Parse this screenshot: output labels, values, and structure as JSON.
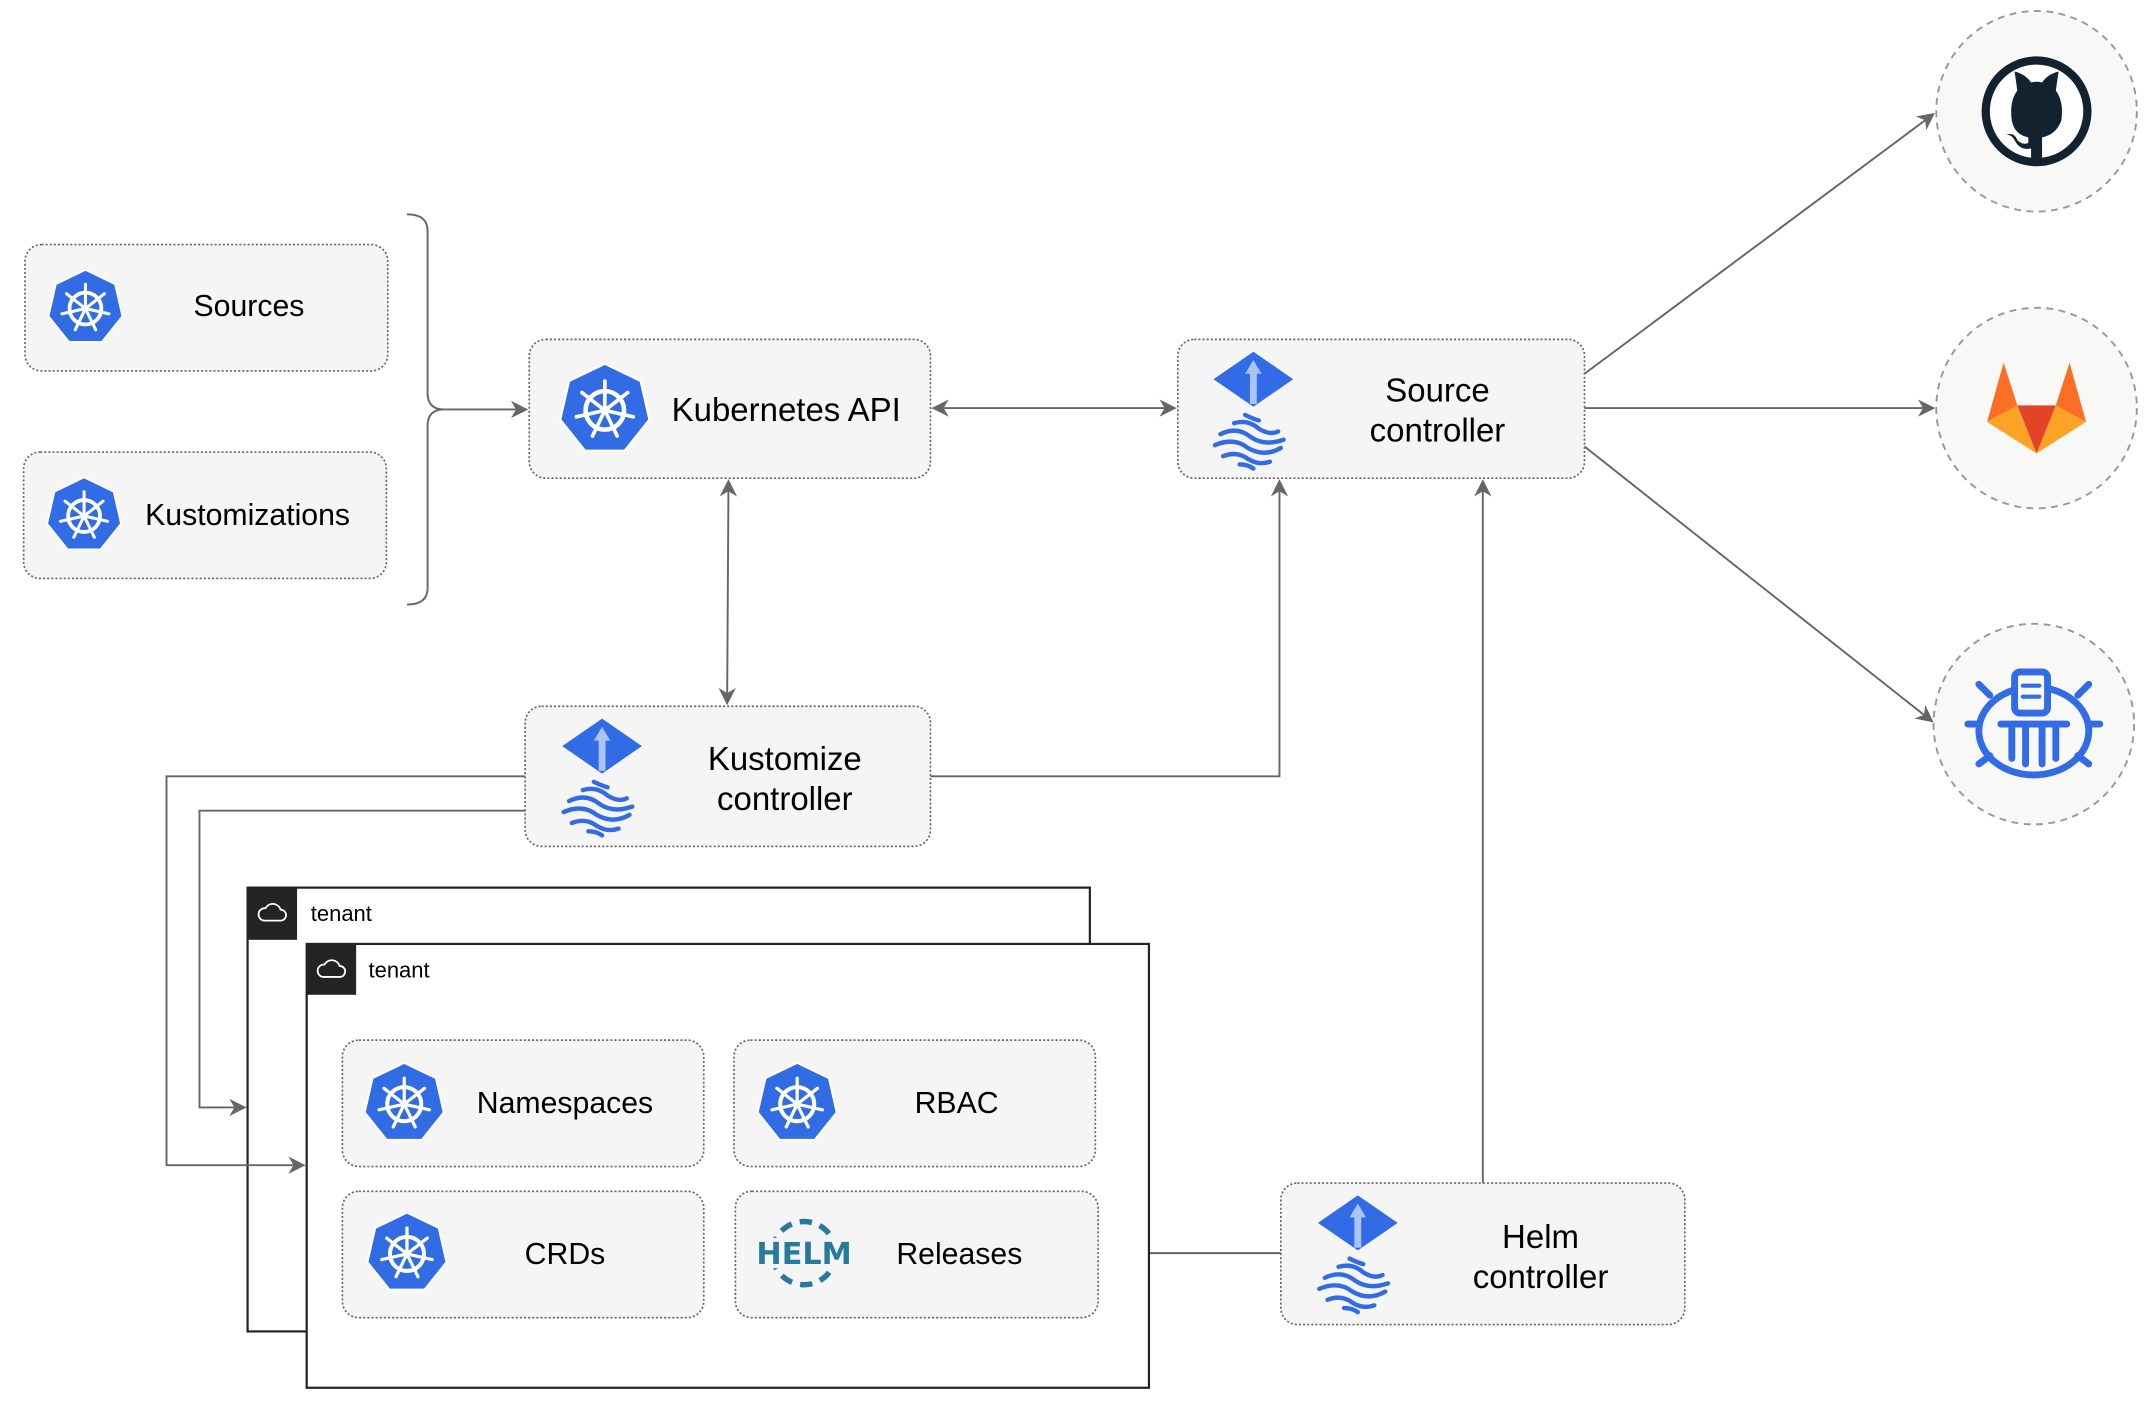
{
  "colors": {
    "kubernetes_blue": "#326ce5",
    "flux_blue": "#316ce6",
    "helm_blue": "#277a9f",
    "github_dark": "#12232f",
    "gitlab_orange": "#e24329",
    "box_fill": "#f5f5f5",
    "edge": "#666666"
  },
  "nodes": {
    "sources": {
      "label": "Sources",
      "icon": "kubernetes-icon"
    },
    "kustomizations": {
      "label": "Kustomizations",
      "icon": "kubernetes-icon"
    },
    "kubernetes_api": {
      "label": "Kubernetes API",
      "icon": "kubernetes-icon"
    },
    "source_controller": {
      "line1": "Source",
      "line2": "controller",
      "icon": "flux-icon"
    },
    "kustomize_controller": {
      "line1": "Kustomize",
      "line2": "controller",
      "icon": "flux-icon"
    },
    "helm_controller": {
      "line1": "Helm",
      "line2": "controller",
      "icon": "flux-icon"
    },
    "namespaces": {
      "label": "Namespaces",
      "icon": "kubernetes-icon"
    },
    "rbac": {
      "label": "RBAC",
      "icon": "kubernetes-icon"
    },
    "crds": {
      "label": "CRDs",
      "icon": "kubernetes-icon"
    },
    "releases": {
      "label": "Releases",
      "icon": "helm-icon",
      "icon_text": "HELM"
    }
  },
  "tenants": [
    {
      "label": "tenant",
      "icon": "cloud-icon"
    },
    {
      "label": "tenant",
      "icon": "cloud-icon"
    }
  ],
  "external_sources": [
    {
      "icon": "github-icon"
    },
    {
      "icon": "gitlab-icon"
    },
    {
      "icon": "bucket-icon"
    }
  ]
}
